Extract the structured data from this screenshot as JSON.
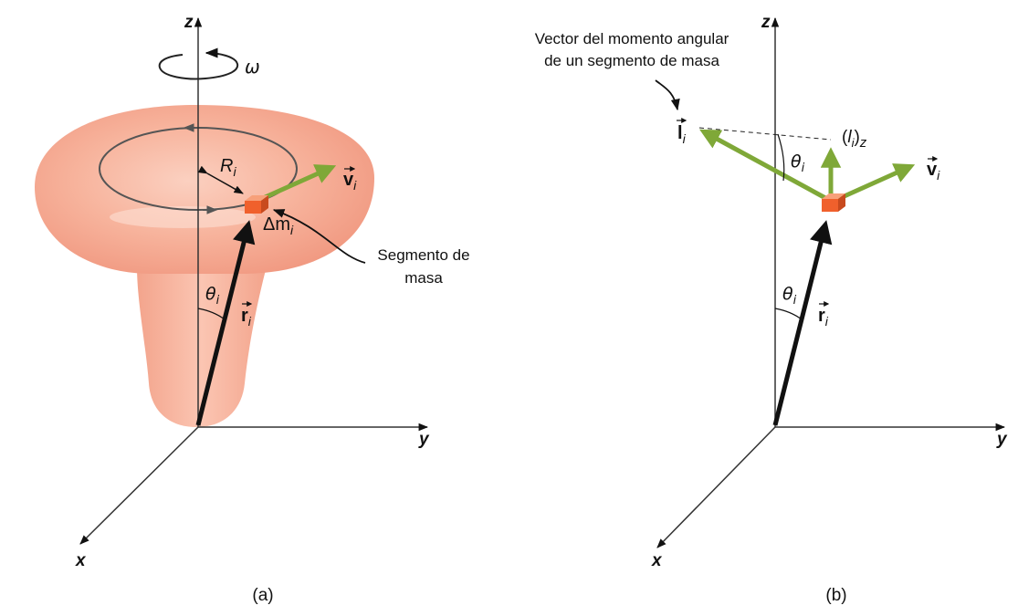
{
  "panel_a": {
    "axis_z": "z",
    "axis_y": "y",
    "axis_x": "x",
    "omega": "ω",
    "radius": {
      "main": "R",
      "sub": "i"
    },
    "velocity": {
      "main": "v",
      "sub": "i"
    },
    "mass": {
      "main": "Δm",
      "sub": "i"
    },
    "position": {
      "main": "r",
      "sub": "i"
    },
    "angle": {
      "main": "θ",
      "sub": "i"
    },
    "callout_line1": "Segmento de",
    "callout_line2": "masa",
    "caption": "(a)"
  },
  "panel_b": {
    "axis_z": "z",
    "axis_y": "y",
    "axis_x": "x",
    "callout_line1": "Vector del momento angular",
    "callout_line2": "de un segmento de masa",
    "angular": {
      "main": "l",
      "sub": "i"
    },
    "component": {
      "open": "(",
      "main": "l",
      "sub": "i",
      "close": ")",
      "tail": "z"
    },
    "angle": {
      "main": "θ",
      "sub": "i"
    },
    "velocity": {
      "main": "v",
      "sub": "i"
    },
    "position": {
      "main": "r",
      "sub": "i"
    },
    "caption": "(b)"
  },
  "colors": {
    "body_fill": "#f4a48c",
    "vector_green": "#7fa838",
    "mass_cube": "#f0602c",
    "axis": "#222222"
  }
}
